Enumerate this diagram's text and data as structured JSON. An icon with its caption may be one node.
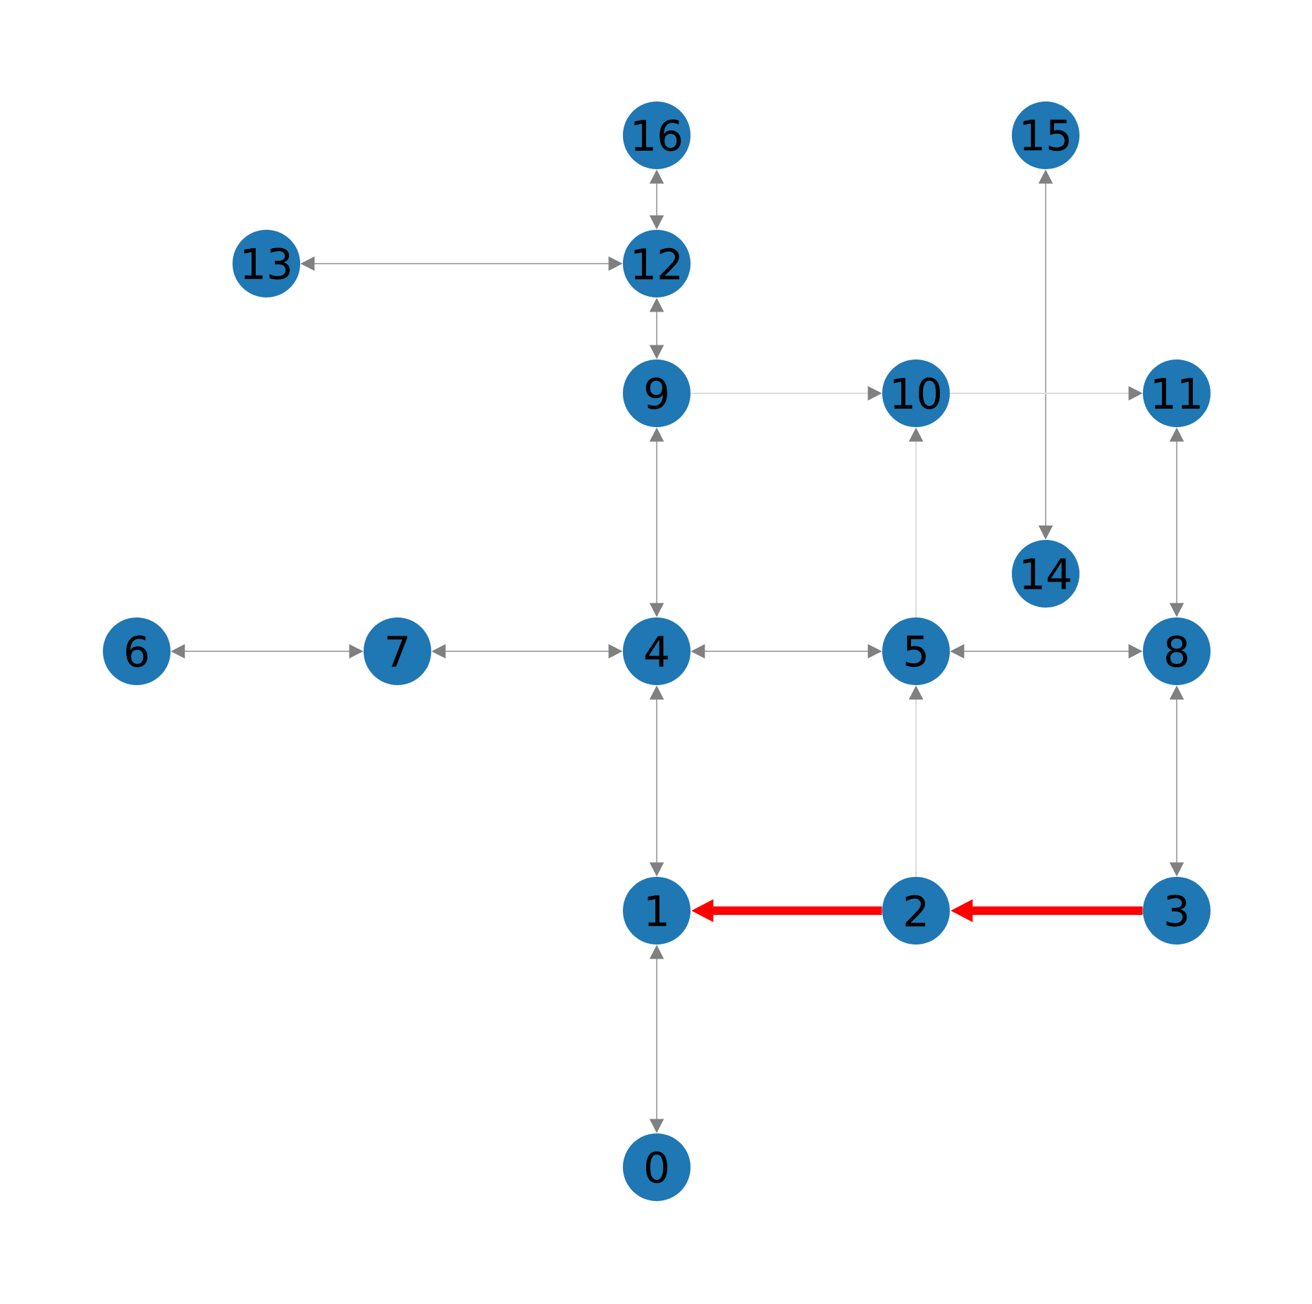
{
  "diagram": {
    "nodes": [
      {
        "text": [
          "16"
        ]
      },
      {
        "text": [
          "15"
        ]
      },
      {
        "text": [
          "13"
        ]
      },
      {
        "text": [
          "12"
        ]
      },
      {
        "text": [
          "9"
        ]
      },
      {
        "text": [
          "10"
        ]
      },
      {
        "text": [
          "11"
        ]
      },
      {
        "text": [
          "14"
        ]
      },
      {
        "text": [
          "6"
        ]
      },
      {
        "text": [
          "7"
        ]
      },
      {
        "text": [
          "4"
        ]
      },
      {
        "text": [
          "5"
        ]
      },
      {
        "text": [
          "8"
        ]
      },
      {
        "text": [
          "1"
        ]
      },
      {
        "text": [
          "2"
        ]
      },
      {
        "text": [
          "3"
        ]
      },
      {
        "text": [
          "0"
        ]
      }
    ],
    "edges": [
      {
        "from": 16,
        "to": 13,
        "arrow": "both"
      },
      {
        "from": 13,
        "to": 10,
        "arrow": "both"
      },
      {
        "from": 10,
        "to": 4,
        "arrow": "both"
      },
      {
        "from": 4,
        "to": 3,
        "arrow": "both"
      },
      {
        "from": 3,
        "to": 0,
        "arrow": "both"
      },
      {
        "from": 2,
        "to": 3,
        "arrow": "both"
      },
      {
        "from": 8,
        "to": 9,
        "arrow": "both"
      },
      {
        "from": 9,
        "to": 10,
        "arrow": "both"
      },
      {
        "from": 10,
        "to": 11,
        "arrow": "both"
      },
      {
        "from": 11,
        "to": 12,
        "arrow": "both"
      },
      {
        "from": 12,
        "to": 6,
        "arrow": "both"
      },
      {
        "from": 12,
        "to": 15,
        "arrow": "both"
      },
      {
        "from": 1,
        "to": 7,
        "arrow": "both"
      },
      {
        "from": 4,
        "to": 5,
        "arrow": "to",
        "color": "#dddddd"
      },
      {
        "from": 5,
        "to": 6,
        "arrow": "to",
        "color": "#dddddd"
      },
      {
        "from": 11,
        "to": 5,
        "arrow": "to",
        "color": "#dddddd"
      },
      {
        "from": 14,
        "to": 11,
        "arrow": "to",
        "color": "#dddddd"
      },
      {
        "from": 15,
        "to": 14,
        "arrow": "to",
        "style": "thick",
        "color": "#ff0000"
      },
      {
        "from": 14,
        "to": 13,
        "arrow": "to",
        "style": "thick",
        "color": "#ff0000"
      }
    ]
  }
}
